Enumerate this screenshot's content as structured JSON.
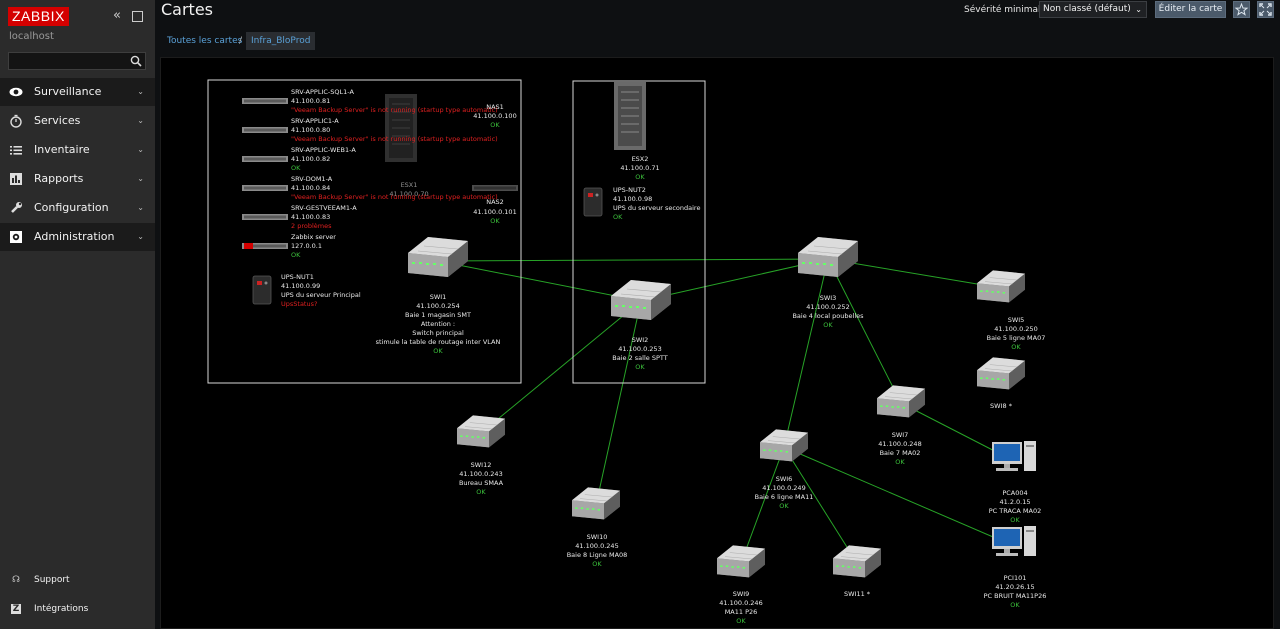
{
  "sidebar": {
    "logo": "ZABBIX",
    "host": "localhost",
    "search": {
      "value": "",
      "placeholder": ""
    },
    "menu": [
      {
        "label": "Surveillance",
        "icon": "eye-icon"
      },
      {
        "label": "Services",
        "icon": "clock-icon"
      },
      {
        "label": "Inventaire",
        "icon": "list-icon"
      },
      {
        "label": "Rapports",
        "icon": "chart-icon"
      },
      {
        "label": "Configuration",
        "icon": "wrench-icon"
      },
      {
        "label": "Administration",
        "icon": "gear-icon"
      }
    ],
    "footer": [
      {
        "label": "Support",
        "icon": "headset-icon"
      },
      {
        "label": "Intégrations",
        "icon": "z-icon"
      }
    ]
  },
  "header": {
    "title": "Cartes",
    "severity_label": "Sévérité minimale",
    "severity_value": "Non classé (défaut)",
    "edit_label": "Éditer la carte"
  },
  "breadcrumb": {
    "all": "Toutes les cartes",
    "separator": "/",
    "current": "Infra_BloProd"
  },
  "map": {
    "left_group": [
      {
        "name": "SRV-APPLIC-SQL1-A",
        "ip": "41.100.0.81",
        "status": "\"Veeam Backup Server\" is not running (startup type automatic)",
        "ok": false
      },
      {
        "name": "SRV-APPLIC1-A",
        "ip": "41.100.0.80",
        "status": "\"Veeam Backup Server\" is not running (startup type automatic)",
        "ok": false
      },
      {
        "name": "SRV-APPLIC-WEB1-A",
        "ip": "41.100.0.82",
        "status": "OK",
        "ok": true
      },
      {
        "name": "SRV-DOM1-A",
        "ip": "41.100.0.84",
        "status": "\"Veeam Backup Server\" is not running (startup type automatic)",
        "ok": false
      },
      {
        "name": "SRV-GESTVEEAM1-A",
        "ip": "41.100.0.83",
        "status": "2 problèmes",
        "ok": false
      },
      {
        "name": "Zabbix server",
        "ip": "127.0.0.1",
        "status": "OK",
        "ok": true
      }
    ],
    "esx1": {
      "name": "ESX1",
      "ip": "41.100.0.70"
    },
    "nas1": {
      "name": "NAS1",
      "ip": "41.100.0.100",
      "status": "OK"
    },
    "nas2": {
      "name": "NAS2",
      "ip": "41.100.0.101",
      "status": "OK"
    },
    "ups1": {
      "name": "UPS-NUT1",
      "ip": "41.100.0.99",
      "desc": "UPS du serveur Principal",
      "status": "UpsStatus?"
    },
    "esx2": {
      "name": "ESX2",
      "ip": "41.100.0.71",
      "status": "OK"
    },
    "ups2": {
      "name": "UPS-NUT2",
      "ip": "41.100.0.98",
      "desc": "UPS du serveur secondaire",
      "status": "OK"
    },
    "swi1": {
      "name": "SWI1",
      "ip": "41.100.0.254",
      "desc1": "Baie 1 magasin SMT",
      "desc2": "Attention :",
      "desc3": "Switch principal",
      "desc4": "stimule la table de routage inter VLAN",
      "status": "OK"
    },
    "swi2": {
      "name": "SWI2",
      "ip": "41.100.0.253",
      "desc": "Baie 2 salle SPTT",
      "status": "OK"
    },
    "swi3": {
      "name": "SWI3",
      "ip": "41.100.0.252",
      "desc": "Baie 4 local poubelles",
      "status": "OK"
    },
    "swi5": {
      "name": "SWI5",
      "ip": "41.100.0.250",
      "desc": "Baie 5 ligne MA07",
      "status": "OK"
    },
    "swi8": {
      "name": "SWI8 *"
    },
    "swi7": {
      "name": "SWI7",
      "ip": "41.100.0.248",
      "desc": "Baie 7 MA02",
      "status": "OK"
    },
    "swi6": {
      "name": "SWI6",
      "ip": "41.100.0.249",
      "desc": "Baie 6 ligne MA11",
      "status": "OK"
    },
    "swi12": {
      "name": "SWI12",
      "ip": "41.100.0.243",
      "desc": "Bureau SMAA",
      "status": "OK"
    },
    "swi10": {
      "name": "SWI10",
      "ip": "41.100.0.245",
      "desc": "Baie 8 Ligne MA08",
      "status": "OK"
    },
    "swi9": {
      "name": "SWI9",
      "ip": "41.100.0.246",
      "desc": "MA11 P26",
      "status": "OK"
    },
    "swi11": {
      "name": "SWI11 *"
    },
    "pca004": {
      "name": "PCA004",
      "ip": "41.2.0.15",
      "desc": "PC TRACA MA02",
      "status": "OK"
    },
    "pci101": {
      "name": "PCI101",
      "ip": "41.20.26.15",
      "desc": "PC BRUIT MA11P26",
      "status": "OK"
    }
  },
  "colors": {
    "ok": "#3cc03c",
    "problem": "#e02020",
    "link": "#27a327",
    "accent": "#d40000"
  }
}
